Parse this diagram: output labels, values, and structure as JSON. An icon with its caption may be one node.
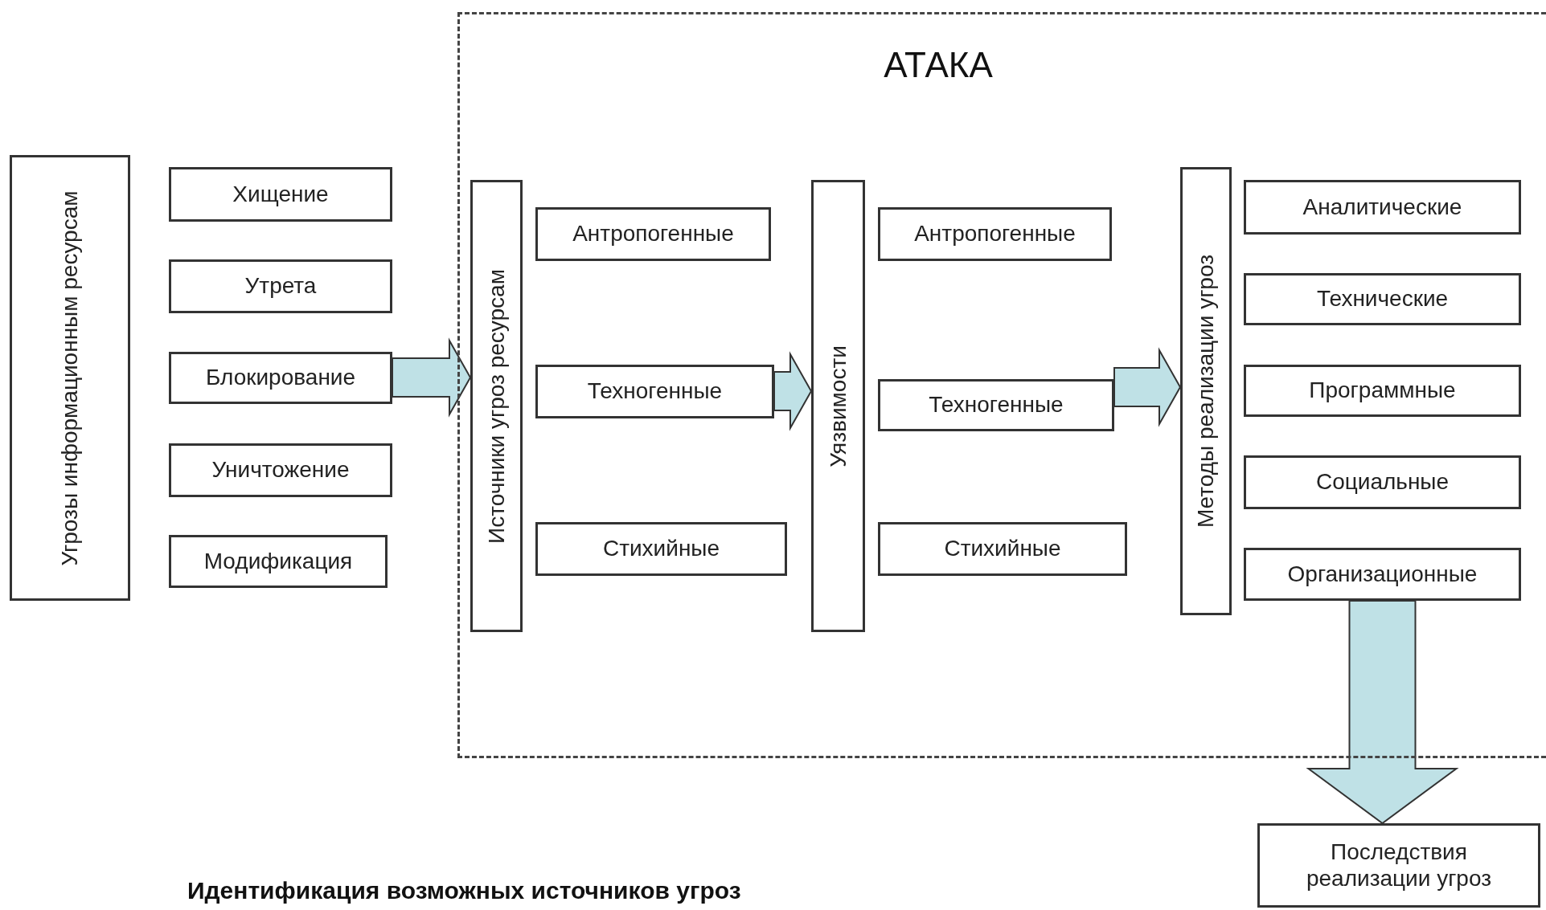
{
  "diagram": {
    "caption": "Идентификация возможных источников угроз",
    "nodes": [
      {
        "text": [
          "Угрозы информационным ресурсам"
        ]
      },
      {
        "text": [
          "Хищение"
        ]
      },
      {
        "text": [
          "Утрета"
        ]
      },
      {
        "text": [
          "Блокирование"
        ]
      },
      {
        "text": [
          "Уничтожение"
        ]
      },
      {
        "text": [
          "Модификация"
        ]
      },
      {
        "text": [
          "АТАКА"
        ]
      },
      {
        "text": [
          "Источники угроз ресурсам"
        ],
        "in": 6
      },
      {
        "text": [
          "Антропогенные"
        ],
        "in": 6
      },
      {
        "text": [
          "Техногенные"
        ],
        "in": 6
      },
      {
        "text": [
          "Стихийные"
        ],
        "in": 6
      },
      {
        "text": [
          "Уязвимости"
        ],
        "in": 6
      },
      {
        "text": [
          "Антропогенные"
        ],
        "in": 6
      },
      {
        "text": [
          "Техногенные"
        ],
        "in": 6
      },
      {
        "text": [
          "Стихийные"
        ],
        "in": 6
      },
      {
        "text": [
          "Методы реализации угроз"
        ],
        "in": 6
      },
      {
        "text": [
          "Аналитические"
        ],
        "in": 6
      },
      {
        "text": [
          "Технические"
        ],
        "in": 6
      },
      {
        "text": [
          "Программные"
        ],
        "in": 6
      },
      {
        "text": [
          "Социальные"
        ],
        "in": 6
      },
      {
        "text": [
          "Организационные"
        ],
        "in": 6
      },
      {
        "text": [
          "Последствия реализации угроз"
        ]
      }
    ],
    "edges": [
      {
        "from": 3,
        "to": 7,
        "arrow": "to",
        "style": "thick"
      },
      {
        "from": 9,
        "to": 11,
        "arrow": "to",
        "style": "thick"
      },
      {
        "from": 13,
        "to": 15,
        "arrow": "to",
        "style": "thick"
      },
      {
        "from": 20,
        "to": 21,
        "arrow": "to",
        "style": "thick"
      }
    ]
  }
}
